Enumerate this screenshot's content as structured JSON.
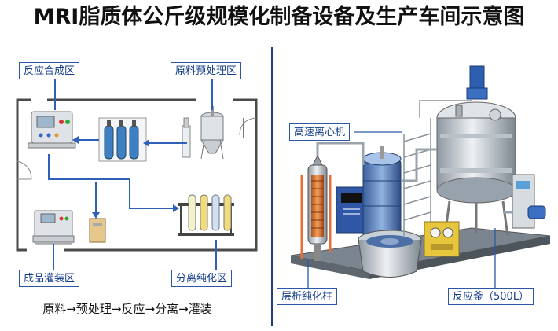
{
  "title": "MRI脂质体公斤级规模化制备设备及生产车间示意图",
  "left_panel": {
    "labels": {
      "reaction_synthesis_area": "反应合成区",
      "raw_material_pretreatment_area": "原料预处理区",
      "product_filling_area": "成品灌装区",
      "separation_purification_area": "分离纯化区"
    },
    "process_flow": "原料→预处理→反应→分离→灌装"
  },
  "right_panel": {
    "labels": {
      "high_speed_centrifuge": "高速离心机",
      "chromatography_column": "层析纯化柱",
      "reactor": "反应釜（500L）"
    }
  },
  "colors": {
    "label_border": "#2c57a8",
    "label_text": "#133c8a",
    "flow_arrow": "#2f5fb8",
    "divider": "#1f3f86",
    "wall": "#4a4a4a"
  }
}
